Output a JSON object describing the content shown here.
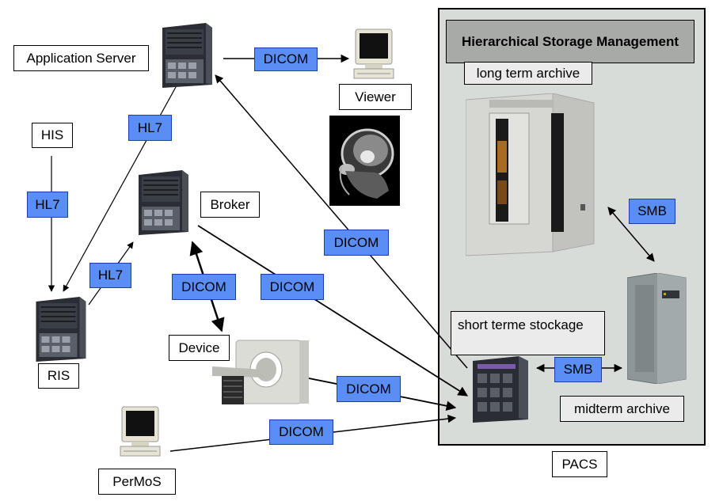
{
  "nodes": {
    "application_server": "Application Server",
    "viewer": "Viewer",
    "his": "HIS",
    "broker": "Broker",
    "ris": "RIS",
    "device": "Device",
    "permos": "PerMoS",
    "pacs": "PACS",
    "hsm_title": "Hierarchical Storage Management",
    "long_term_archive": "long term archive",
    "short_term_storage": "short terme stockage",
    "midterm_archive": "midterm archive"
  },
  "protocols": {
    "appserver_viewer": "DICOM",
    "appserver_ris": "HL7",
    "his_ris": "HL7",
    "ris_broker": "HL7",
    "broker_device": "DICOM",
    "broker_storage": "DICOM",
    "storage_appserver": "DICOM",
    "device_storage": "DICOM",
    "permos_storage": "DICOM",
    "longterm_midterm": "SMB",
    "shortterm_midterm": "SMB"
  },
  "colors": {
    "protocol_label": "#5b8ef5",
    "pacs_background": "#d8dcd8",
    "hsm_title_background": "#a8aaa8"
  },
  "icons": [
    "server-icon",
    "monitor-icon",
    "mri-scan-image",
    "tape-library-icon",
    "disk-array-icon",
    "ct-scanner-icon"
  ]
}
